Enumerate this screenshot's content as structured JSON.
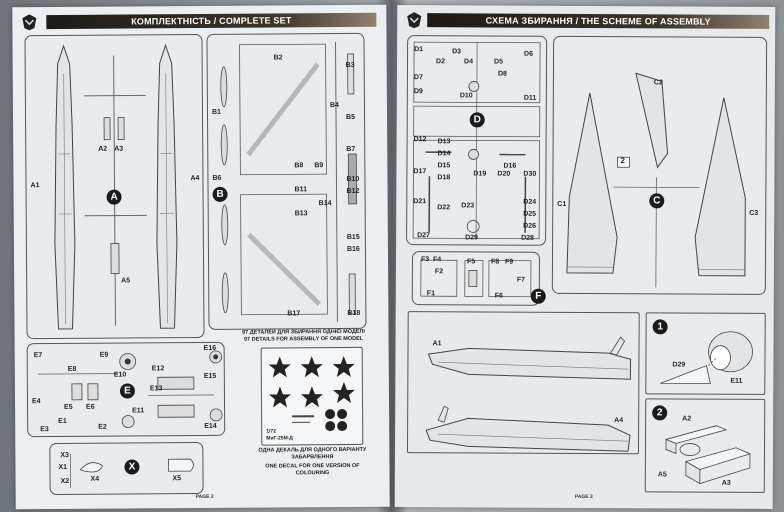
{
  "left_page": {
    "title": "КОМПЛЕКТНІСТЬ / COMPLETE SET",
    "page_label": "PAGE 2",
    "sprues": {
      "a": "A",
      "b": "B",
      "e": "E",
      "x": "X"
    },
    "a_parts": [
      "A1",
      "A2",
      "A3",
      "A4",
      "A5"
    ],
    "b_parts": [
      "B1",
      "B2",
      "B3",
      "B4",
      "B5",
      "B6",
      "B7",
      "B8",
      "B9",
      "B10",
      "B11",
      "B12",
      "B13",
      "B14",
      "B15",
      "B16",
      "B17",
      "B18"
    ],
    "e_parts": [
      "E1",
      "E2",
      "E3",
      "E4",
      "E5",
      "E6",
      "E7",
      "E8",
      "E9",
      "E10",
      "E11",
      "E12",
      "E13",
      "E14",
      "E15",
      "E16"
    ],
    "x_parts": [
      "X1",
      "X2",
      "X3",
      "X4",
      "X5"
    ],
    "details_ua": "97 ДЕТАЛЕЙ ДЛЯ ЗБИРАННЯ ОДНІЄЇ МОДЕЛІ",
    "details_en": "97 DETAILS FOR ASSEMBLY OF ONE MODEL",
    "decal_ua": "ОДНА ДЕКАЛЬ ДЛЯ ОДНОГО ВАРІАНТУ ЗАБАРВЛЕННЯ",
    "decal_en": "ONE DECAL FOR ONE VERSION OF COLOURING",
    "decal_sheet_caption": "МиГ-25М-Д",
    "decal_scale": "1/72"
  },
  "right_page": {
    "title": "СХЕМА ЗБИРАННЯ / THE SCHEME OF ASSEMBLY",
    "page_label": "PAGE 3",
    "sprues": {
      "c": "C",
      "d": "D",
      "f": "F"
    },
    "c_parts": [
      "C1",
      "C2",
      "C3"
    ],
    "c_inset": "2",
    "d_parts": [
      "D1",
      "D2",
      "D3",
      "D4",
      "D5",
      "D6",
      "D7",
      "D8",
      "D9",
      "D10",
      "D11",
      "D12",
      "D13",
      "D14",
      "D15",
      "D16",
      "D17",
      "D18",
      "D19",
      "D20",
      "D21",
      "D22",
      "D23",
      "D24",
      "D25",
      "D26",
      "D27",
      "D28",
      "D29",
      "D30"
    ],
    "f_parts": [
      "F1",
      "F2",
      "F3",
      "F4",
      "F5",
      "F6",
      "F7",
      "F8",
      "F9"
    ],
    "step1": {
      "num": "1",
      "labels": [
        "D29",
        "E11"
      ]
    },
    "step2": {
      "num": "2",
      "labels": [
        "A2",
        "A3",
        "A5"
      ]
    },
    "fuselage_labels": [
      "A1",
      "A4"
    ]
  },
  "colors": {
    "banner": "#2a2420",
    "paper": "#eceff1",
    "line": "#555555"
  }
}
